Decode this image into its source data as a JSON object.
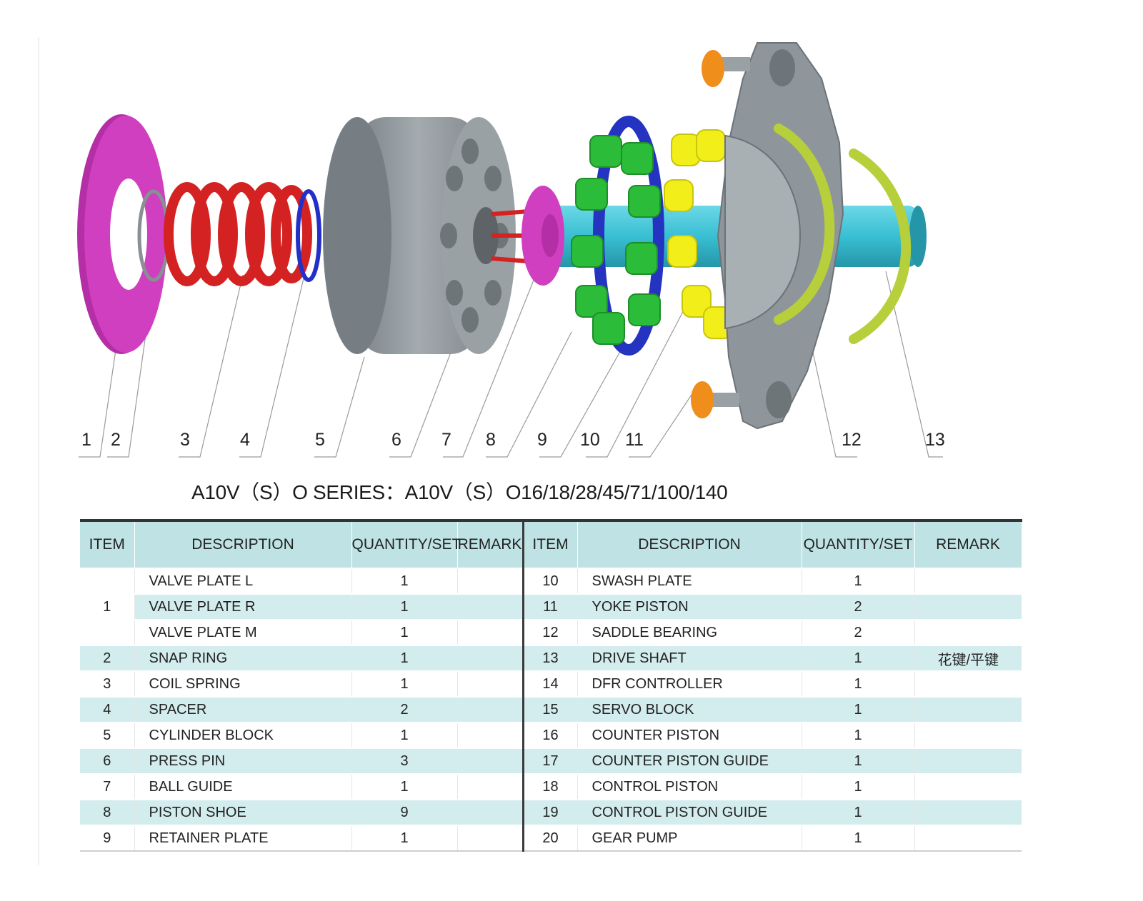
{
  "diagram": {
    "callouts": [
      "1",
      "2",
      "3",
      "4",
      "5",
      "6",
      "7",
      "8",
      "9",
      "10",
      "11",
      "12",
      "13"
    ]
  },
  "title": "A10V（S）O SERIES：A10V（S）O16/18/28/45/71/100/140",
  "table": {
    "headers": [
      "ITEM",
      "DESCRIPTION",
      "QUANTITY/SET",
      "REMARK",
      "ITEM",
      "DESCRIPTION",
      "QUANTITY/SET",
      "REMARK"
    ],
    "rows": [
      {
        "left_item": "1",
        "left_desc": "VALVE PLATE  L",
        "left_qty": "1",
        "left_remark": "",
        "right_item": "10",
        "right_desc": "SWASH PLATE",
        "right_qty": "1",
        "right_remark": ""
      },
      {
        "left_item": "",
        "left_desc": "VALVE PLATE  R",
        "left_qty": "1",
        "left_remark": "",
        "right_item": "11",
        "right_desc": "YOKE PISTON",
        "right_qty": "2",
        "right_remark": ""
      },
      {
        "left_item": "",
        "left_desc": "VALVE PLATE  M",
        "left_qty": "1",
        "left_remark": "",
        "right_item": "12",
        "right_desc": "SADDLE  BEARING",
        "right_qty": "2",
        "right_remark": ""
      },
      {
        "left_item": "2",
        "left_desc": "SNAP RING",
        "left_qty": "1",
        "left_remark": "",
        "right_item": "13",
        "right_desc": "DRIVE SHAFT",
        "right_qty": "1",
        "right_remark": "花键/平键"
      },
      {
        "left_item": "3",
        "left_desc": "COIL SPRING",
        "left_qty": "1",
        "left_remark": "",
        "right_item": "14",
        "right_desc": "DFR CONTROLLER",
        "right_qty": "1",
        "right_remark": ""
      },
      {
        "left_item": "4",
        "left_desc": "SPACER",
        "left_qty": "2",
        "left_remark": "",
        "right_item": "15",
        "right_desc": "SERVO BLOCK",
        "right_qty": "1",
        "right_remark": ""
      },
      {
        "left_item": "5",
        "left_desc": "CYLINDER BLOCK",
        "left_qty": "1",
        "left_remark": "",
        "right_item": "16",
        "right_desc": "COUNTER PISTON",
        "right_qty": "1",
        "right_remark": ""
      },
      {
        "left_item": "6",
        "left_desc": "PRESS PIN",
        "left_qty": "3",
        "left_remark": "",
        "right_item": "17",
        "right_desc": "COUNTER PISTON GUIDE",
        "right_qty": "1",
        "right_remark": ""
      },
      {
        "left_item": "7",
        "left_desc": "BALL GUIDE",
        "left_qty": "1",
        "left_remark": "",
        "right_item": "18",
        "right_desc": "CONTROL PISTON",
        "right_qty": "1",
        "right_remark": ""
      },
      {
        "left_item": "8",
        "left_desc": "PISTON SHOE",
        "left_qty": "9",
        "left_remark": "",
        "right_item": "19",
        "right_desc": "CONTROL PISTON GUIDE",
        "right_qty": "1",
        "right_remark": ""
      },
      {
        "left_item": "9",
        "left_desc": "RETAINER PLATE",
        "left_qty": "1",
        "left_remark": "",
        "right_item": "20",
        "right_desc": "GEAR PUMP",
        "right_qty": "1",
        "right_remark": ""
      }
    ]
  },
  "colors": {
    "valve_plate": "#cf3fbf",
    "spring": "#d42222",
    "spacer": "#2230c8",
    "cylinder_block": "#8f969b",
    "shaft": "#3dc3d6",
    "piston_shoe": "#2bbd3a",
    "piston": "#f2ee1a",
    "retainer": "#2433c0",
    "swash_plate": "#8f969b",
    "bearing": "#b6cf3a",
    "yoke_piston": "#ef8e1a",
    "table_header": "#bfe3e5",
    "table_shade": "#d3ecee"
  }
}
